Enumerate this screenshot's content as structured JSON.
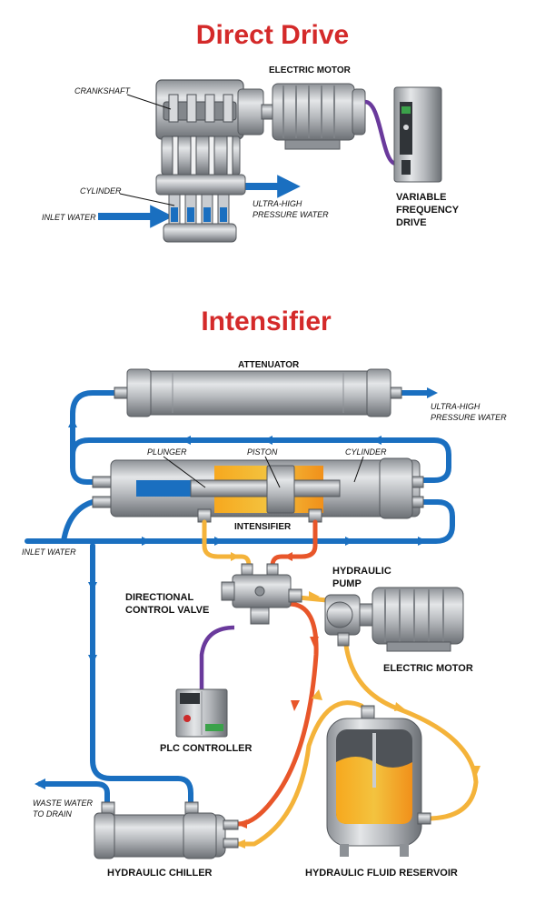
{
  "colors": {
    "title": "#d42a2a",
    "water": "#1a6fc0",
    "hydraulic_supply": "#f4b33a",
    "hydraulic_return": "#e8562a",
    "cable": "#6a3a9c",
    "metal": "#b9bcc0",
    "metal_dark": "#6f7378",
    "oil": "#f4b33a"
  },
  "direct_drive": {
    "title": "Direct Drive",
    "labels": {
      "crankshaft": "CRANKSHAFT",
      "electric_motor": "ELECTRIC MOTOR",
      "cylinder": "CYLINDER",
      "inlet_water": "INLET WATER",
      "uhp_line1": "ULTRA-HIGH",
      "uhp_line2": "PRESSURE WATER",
      "vfd_line1": "VARIABLE",
      "vfd_line2": "FREQUENCY",
      "vfd_line3": "DRIVE"
    }
  },
  "intensifier": {
    "title": "Intensifier",
    "labels": {
      "attenuator": "ATTENUATOR",
      "uhp_line1": "ULTRA-HIGH",
      "uhp_line2": "PRESSURE WATER",
      "plunger": "PLUNGER",
      "piston": "PISTON",
      "cylinder": "CYLINDER",
      "intensifier": "INTENSIFIER",
      "inlet_water": "INLET WATER",
      "hydraulic_pump_line1": "HYDRAULIC",
      "hydraulic_pump_line2": "PUMP",
      "dcv_line1": "DIRECTIONAL",
      "dcv_line2": "CONTROL VALVE",
      "electric_motor": "ELECTRIC MOTOR",
      "plc_controller": "PLC CONTROLLER",
      "waste_line1": "WASTE WATER",
      "waste_line2": "TO DRAIN",
      "hydraulic_chiller": "HYDRAULIC CHILLER",
      "hydraulic_fluid_reservoir": "HYDRAULIC FLUID RESERVOIR"
    }
  }
}
